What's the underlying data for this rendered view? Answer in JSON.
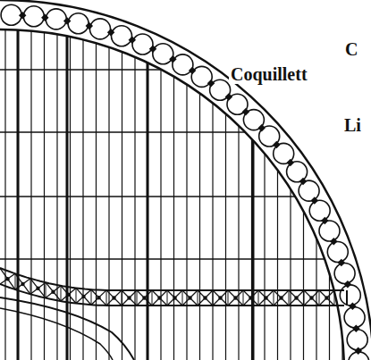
{
  "diagram": {
    "labels": [
      "C",
      "Coquillett",
      "Li"
    ]
  }
}
